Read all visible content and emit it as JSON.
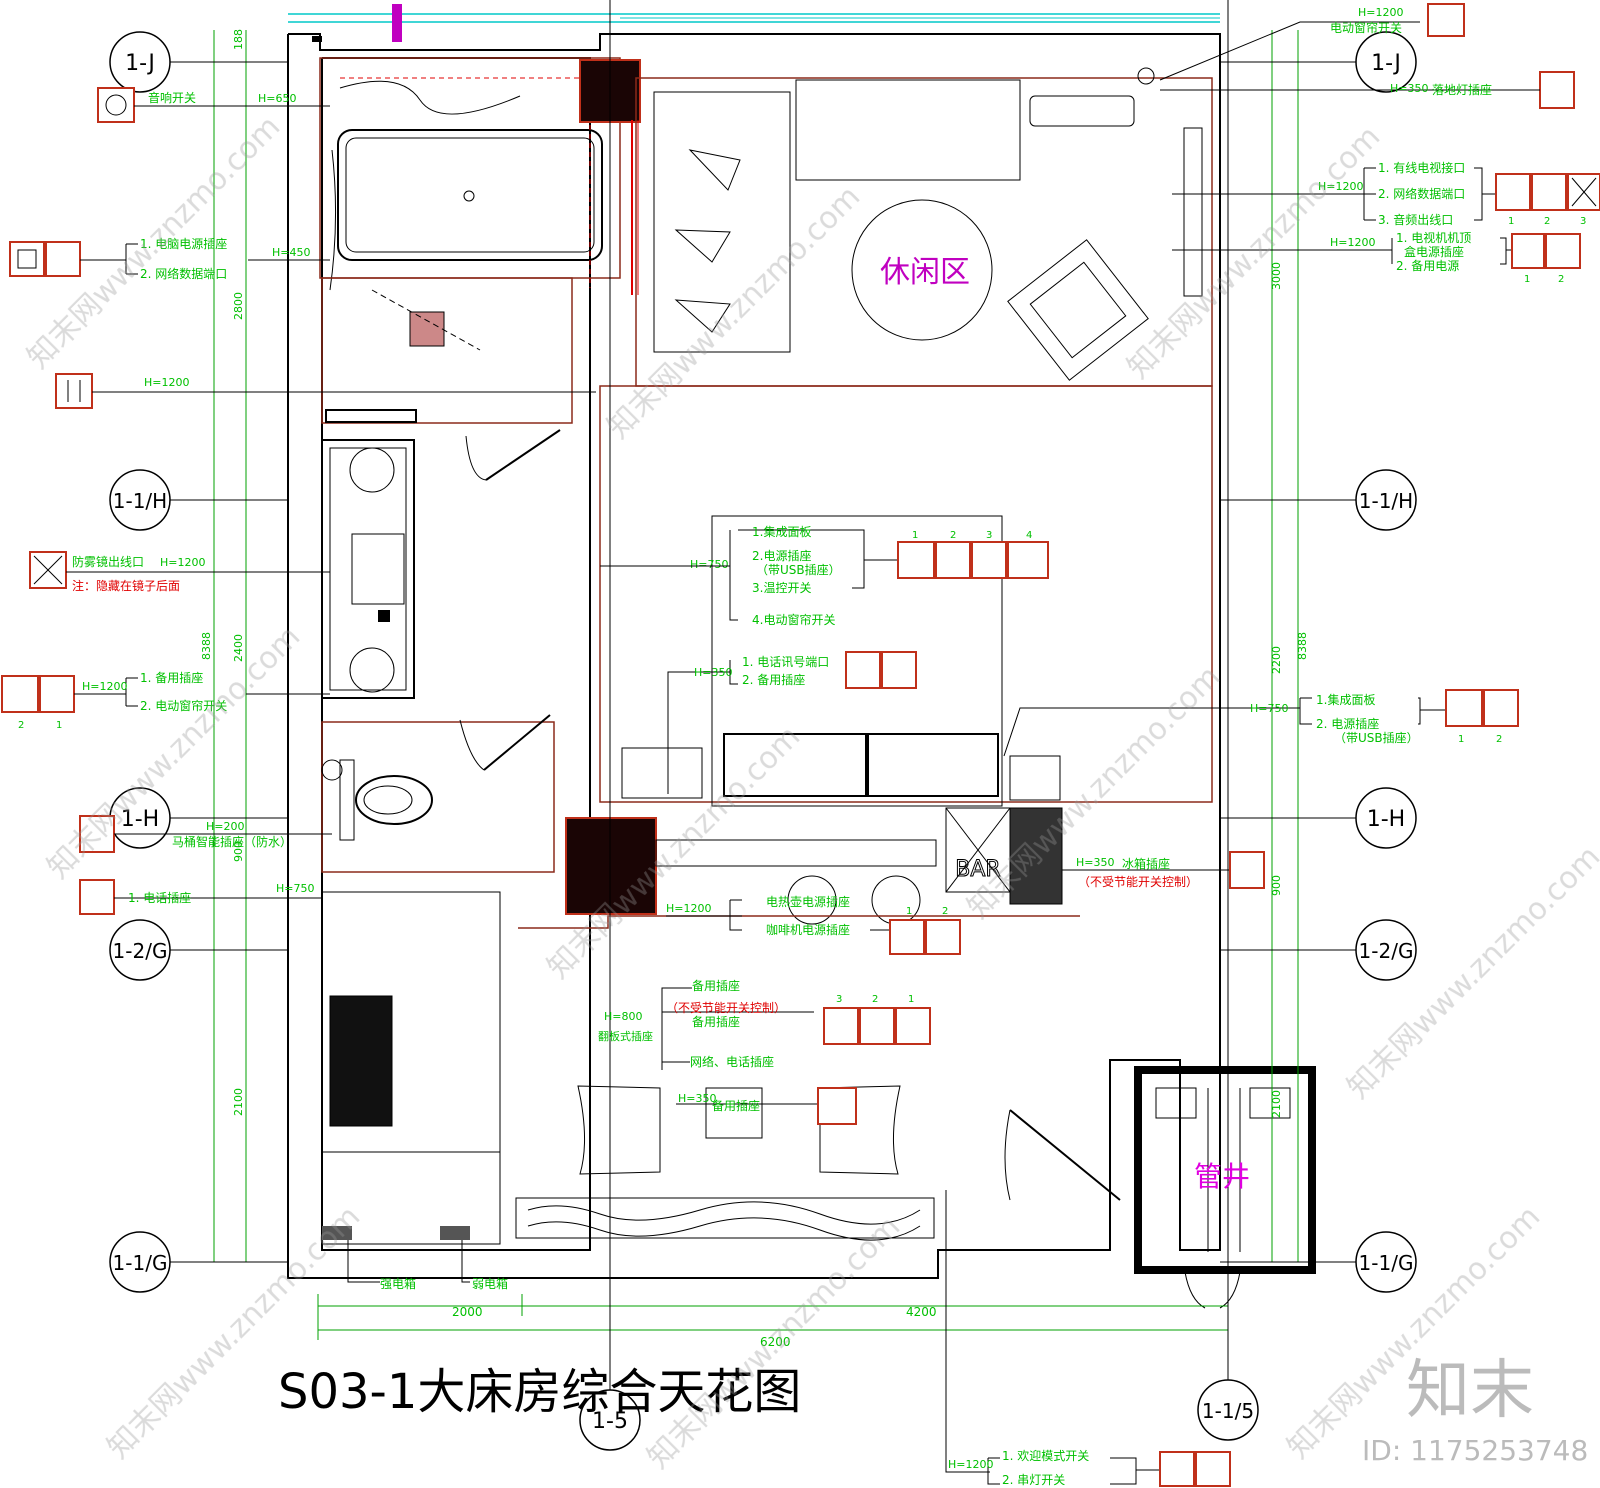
{
  "title": "S03-1大床房综合天花图",
  "watermark": {
    "brand": "知末",
    "id": "ID: 1175253748",
    "diagonal": "知末网www.znzmo.com"
  },
  "rooms": {
    "lounge": "休闲区",
    "shaft": "管井",
    "bar": "BAR"
  },
  "axes": [
    "1-J",
    "1-1/H",
    "1-H",
    "1-2/G",
    "1-1/G",
    "1-J",
    "1-1/H",
    "1-H",
    "1-2/G",
    "1-1/G",
    "1-5",
    "1-1/5"
  ],
  "dimensions": {
    "left": [
      "188",
      "2800",
      "2400",
      "900",
      "2100",
      "8388"
    ],
    "right": [
      "3000",
      "2200",
      "900",
      "2100",
      "8388"
    ],
    "bottom": [
      "2000",
      "4200",
      "6200"
    ]
  },
  "heights": {
    "h650": "H=650",
    "h450": "H=450",
    "h1200a": "H=1200",
    "h1200b": "H=1200",
    "h1200c": "H=1200",
    "h1200d": "H=1200",
    "h200": "H=200",
    "h750a": "H=750",
    "h750b": "H=750",
    "h350a": "H=350",
    "h1200e": "H=1200",
    "h1200f": "H=1200",
    "h1200g": "H=1200",
    "h750c": "H=750",
    "h350b": "H=350",
    "h1200h": "H=1200",
    "h800": "H=800",
    "h350c": "H=350",
    "h1200i": "H=1200"
  },
  "labels": {
    "audio_switch": "音响开关",
    "pc_power": "1. 电脑电源插座",
    "network_data": "2. 网络数据端口",
    "antifog": "防雾镜出线口",
    "antifog_note": "注：隐藏在镜子后面",
    "spare_socket": "1. 备用插座",
    "curtain_switch2": "2. 电动窗帘开关",
    "toilet_socket": "马桶智能插座（防水）",
    "phone_socket": "1. 电话插座",
    "strong_box": "强电箱",
    "weak_box": "弱电箱",
    "curtain_switch_top": "电动窗帘开关",
    "floor_lamp": "落地灯插座",
    "tv1": "1. 有线电视接口",
    "tv2": "2. 网络数据端口",
    "tv3": "3. 音频出线口",
    "tvbox1": "1. 电视机机顶",
    "tvbox1b": "盒电源插座",
    "tvbox2": "2. 备用电源",
    "bed1": "1.集成面板",
    "bed2": "2.电源插座",
    "bed2b": "（带USB插座）",
    "bed3": "3.温控开关",
    "bed4": "4.电动窗帘开关",
    "phone1": "1. 电话讯号端口",
    "phone2": "2. 备用插座",
    "right1": "1.集成面板",
    "right2": "2. 电源插座",
    "right2b": "（带USB插座）",
    "fridge": "冰箱插座",
    "fridge_note": "（不受节能开关控制）",
    "kettle": "电热壶电源插座",
    "coffee": "咖啡机电源插座",
    "desk_spare": "备用插座",
    "desk_note": "（不受节能开关控制）",
    "desk_spare2": "备用插座",
    "flip_socket": "翻板式插座",
    "net_phone": "网络、电话插座",
    "spare3": "备用插座",
    "welcome": "1. 欢迎模式开关",
    "night": "2. 串灯开关"
  },
  "numbers": {
    "n1": "1",
    "n2": "2",
    "n3": "3",
    "n4": "4"
  },
  "colors": {
    "annotation": "#00c000",
    "note": "#e00000",
    "wall": "#000000",
    "socket_frame": "#c0301a",
    "lounge_text": "#c000c0",
    "shaft_text": "#e000e0",
    "glazing": "#00c8c8"
  }
}
